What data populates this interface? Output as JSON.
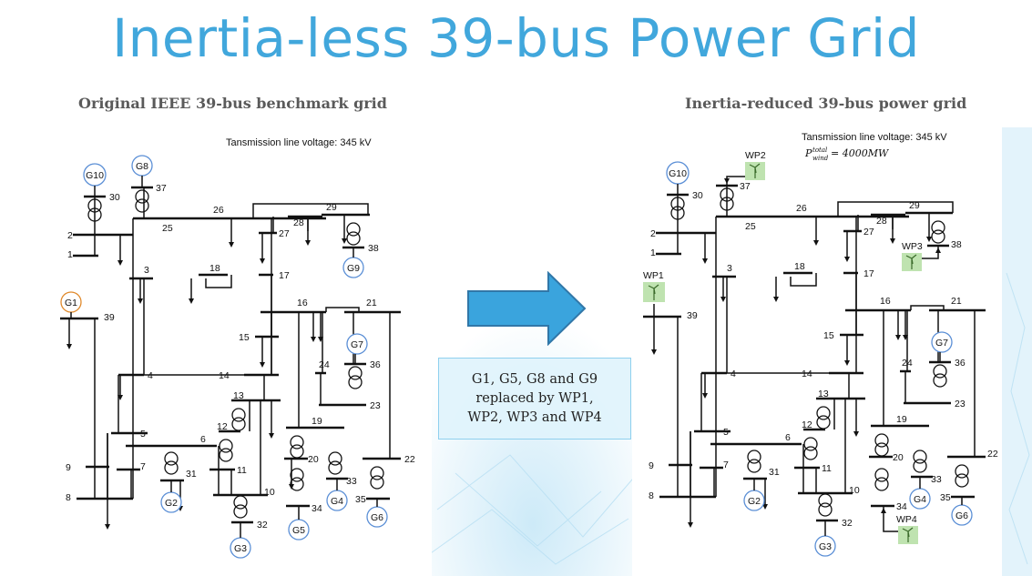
{
  "title": "Inertia-less 39-bus Power Grid",
  "left": {
    "subtitle": "Original IEEE 39-bus benchmark grid",
    "voltage_label": "Tansmission line voltage: 345 kV"
  },
  "right": {
    "subtitle": "Inertia-reduced 39-bus power grid",
    "voltage_label": "Tansmission line voltage: 345 kV",
    "wind_power_label": "= 4000MW",
    "wind_symbol_base": "P",
    "wind_symbol_sup": "total",
    "wind_symbol_sub": "wind"
  },
  "callout": {
    "lines": [
      "G1, G5, G8 and G9",
      "replaced by WP1,",
      "WP2, WP3 and WP4"
    ]
  },
  "buses": {
    "b1": "1",
    "b2": "2",
    "b3": "3",
    "b4": "4",
    "b5": "5",
    "b6": "6",
    "b7": "7",
    "b8": "8",
    "b9": "9",
    "b10": "10",
    "b11": "11",
    "b12": "12",
    "b13": "13",
    "b14": "14",
    "b15": "15",
    "b16": "16",
    "b17": "17",
    "b18": "18",
    "b19": "19",
    "b20": "20",
    "b21": "21",
    "b22": "22",
    "b23": "23",
    "b24": "24",
    "b25": "25",
    "b26": "26",
    "b27": "27",
    "b28": "28",
    "b29": "29",
    "b30": "30",
    "b31": "31",
    "b32": "32",
    "b33": "33",
    "b34": "34",
    "b35": "35",
    "b36": "36",
    "b37": "37",
    "b38": "38",
    "b39": "39"
  },
  "generators": {
    "g1": "G1",
    "g2": "G2",
    "g3": "G3",
    "g4": "G4",
    "g5": "G5",
    "g6": "G6",
    "g7": "G7",
    "g8": "G8",
    "g9": "G9",
    "g10": "G10"
  },
  "wind_plants": {
    "wp1": "WP1",
    "wp2": "WP2",
    "wp3": "WP3",
    "wp4": "WP4"
  },
  "colors": {
    "title": "#41a7dc",
    "generator_ring": "#5b8fd6",
    "g1_ring": "#e08a2c",
    "wind_box": "#bfe3b0",
    "arrow_fill": "#3aa4dd",
    "arrow_stroke": "#3177a8",
    "callout_border": "#8fd0ee",
    "callout_fill": "#dff3fc"
  }
}
